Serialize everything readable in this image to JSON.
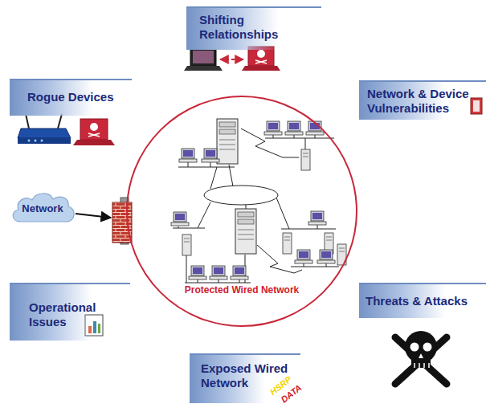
{
  "diagram": {
    "nodes": [
      {
        "text": [
          "Shifting Relationships"
        ]
      },
      {
        "text": [
          "Rogue Devices"
        ]
      },
      {
        "text": [
          "Network & Device Vulnerabilities"
        ]
      },
      {
        "text": [
          "Network"
        ]
      },
      {
        "text": [
          "Protected Wired Network"
        ]
      },
      {
        "text": [
          "Operational Issues"
        ]
      },
      {
        "text": [
          "Threats & Attacks"
        ]
      },
      {
        "text": [
          "Exposed Wired Network"
        ]
      }
    ],
    "labels": [
      "HSRP",
      "DATA"
    ]
  }
}
